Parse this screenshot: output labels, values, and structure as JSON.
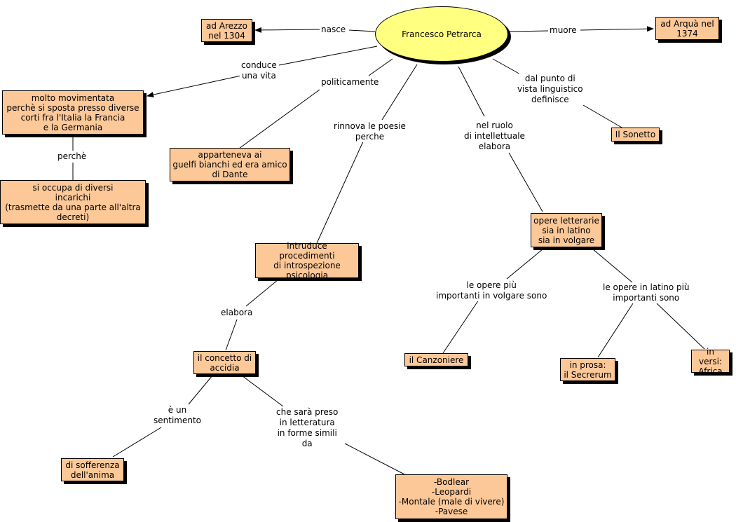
{
  "root": {
    "label": "Francesco Petrarca"
  },
  "nodes": {
    "arezzo": "ad Arezzo\nnel 1304",
    "arqua": "ad Arquà nel\n1374",
    "movimentata": "molto movimentata\nperchè si sposta presso diverse\ncorti fra l'Italia la Francia\ne la Germania",
    "incarichi": "si occupa di diversi\nincarichi\n(trasmette da una parte all'altra\ndecreti)",
    "guelfi": "apparteneva ai\nguelfi bianchi ed era amico\ndi Dante",
    "sonetto": "Il Sonetto",
    "opere": "opere letterarie\nsia in latino\nsia in volgare",
    "introspezione": "intruduce procedimenti\ndi introspezione\npsicologia",
    "canzoniere": "il Canzoniere",
    "prosa": "in prosa:\nil Secrerum",
    "versi": "in versi:\nAfrica",
    "accidia": "il concetto di\naccidia",
    "sofferenza": "di sofferenza\ndell'anima",
    "autori": "-Bodlear\n-Leopardi\n-Montale (male di vivere)\n-Pavese"
  },
  "links": {
    "nasce": "nasce",
    "muore": "muore",
    "conduce": "conduce\nuna vita",
    "politicamente": "politicamente",
    "rinnova": "rinnova le poesie\nperche",
    "ruolo": "nel ruolo\ndi intellettuale\nelabora",
    "linguistico": "dal punto di\nvista  linguistico\ndefinisce",
    "perche": "perchè",
    "elabora": "elabora",
    "volgare": "le opere più\nimportanti in volgare sono",
    "latino": "le opere in latino più\nimportanti sono",
    "sentimento": "è un\nsentimento",
    "preso": "che sarà preso\nin letteratura\nin forme simili\nda"
  },
  "colors": {
    "concept_fill": "#fcc898",
    "root_fill": "#ffff80",
    "border": "#000000",
    "background": "#ffffff"
  }
}
